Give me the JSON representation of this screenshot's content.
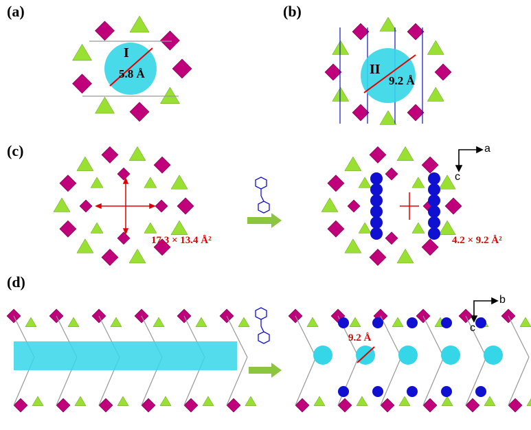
{
  "panels": {
    "a": {
      "label": "(a)",
      "cage": "I",
      "diameter": "5.8 Å"
    },
    "b": {
      "label": "(b)",
      "cage": "II",
      "diameter": "9.2 Å"
    },
    "c": {
      "label": "(c)",
      "window_before": "17.3 × 13.4 Å²",
      "window_after": "4.2 × 9.2 Å²",
      "axis_h": "a",
      "axis_v": "c"
    },
    "d": {
      "label": "(d)",
      "distance": "9.2 Å",
      "axis_h": "b",
      "axis_v": "c"
    }
  },
  "colors": {
    "polyhedron": "#c0007a",
    "triangle": "#99e033",
    "sphere": "#35d6e8",
    "ligand": "#1010d0",
    "arrow": "#8cc63f",
    "annotation": "#e00000"
  }
}
